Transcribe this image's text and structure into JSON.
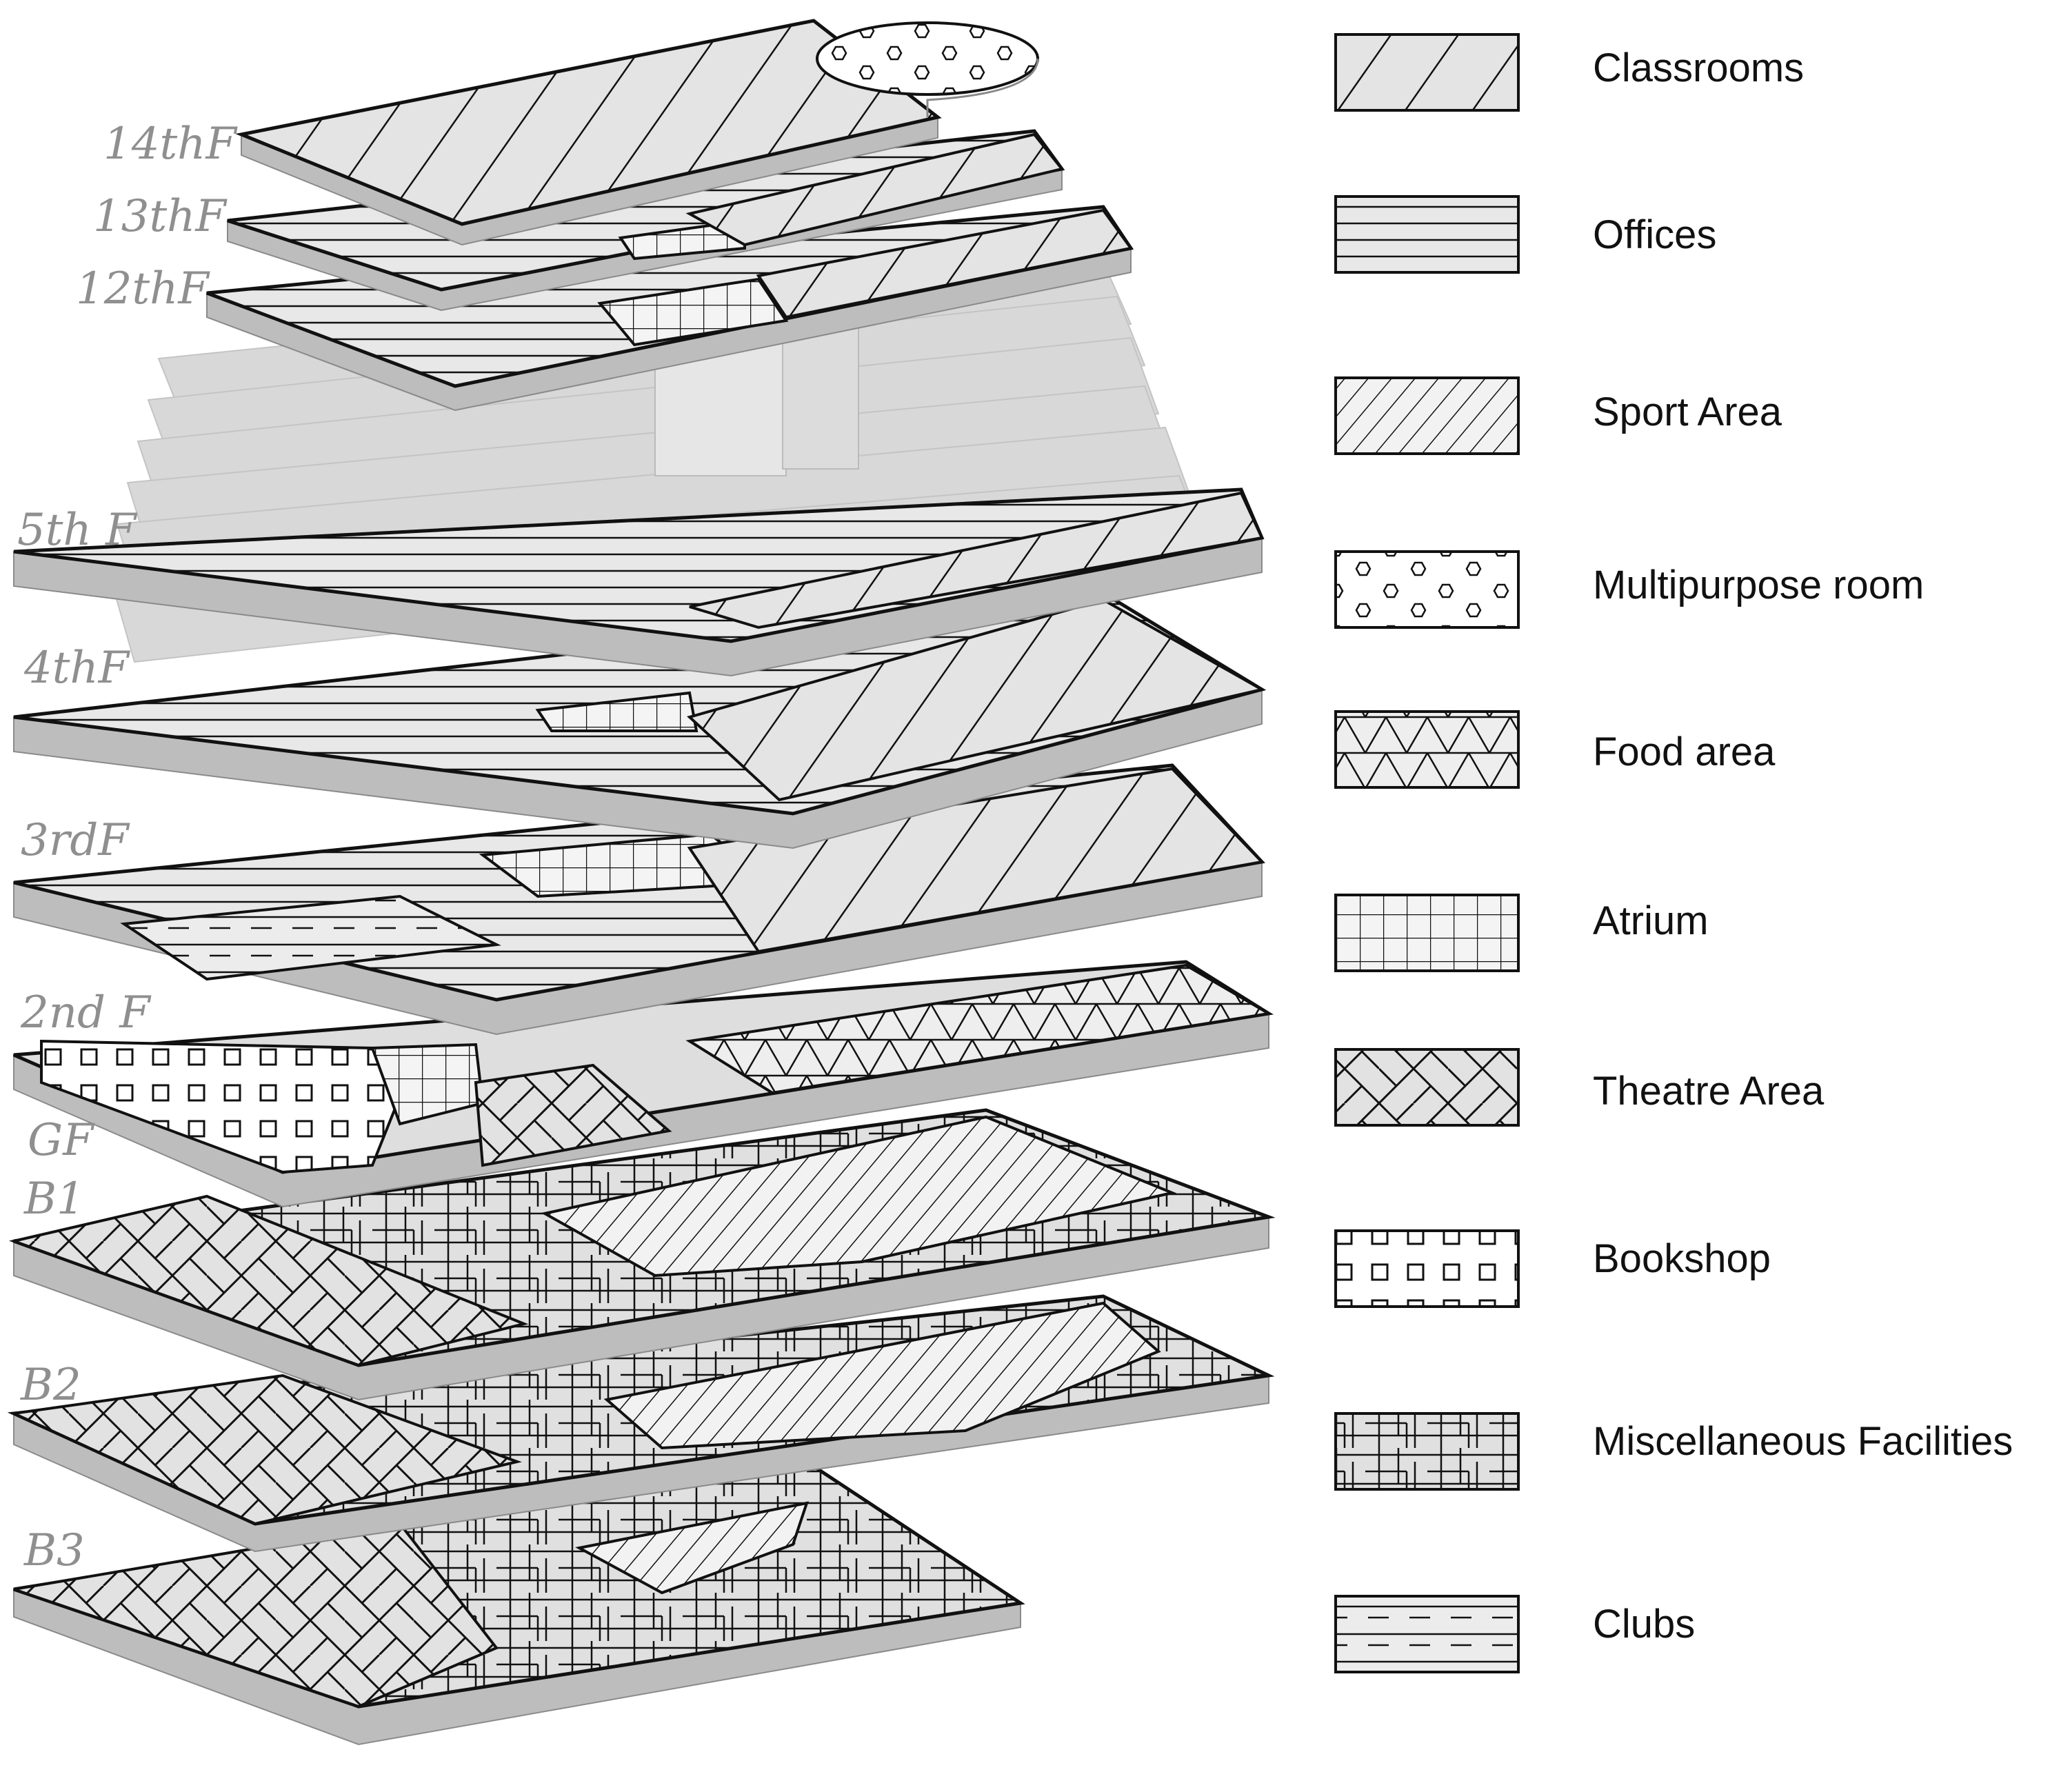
{
  "floors": [
    "14thF",
    "13thF",
    "12thF",
    "5th F",
    "4thF",
    "3rdF",
    "2nd F",
    "GF",
    "B1",
    "B2",
    "B3"
  ],
  "legend": [
    {
      "key": "classrooms",
      "label": "Classrooms"
    },
    {
      "key": "offices",
      "label": "Offices"
    },
    {
      "key": "sport",
      "label": "Sport Area"
    },
    {
      "key": "multipurpose",
      "label": "Multipurpose room"
    },
    {
      "key": "food",
      "label": "Food area"
    },
    {
      "key": "atrium",
      "label": "Atrium"
    },
    {
      "key": "theatre",
      "label": "Theatre Area"
    },
    {
      "key": "bookshop",
      "label": "Bookshop"
    },
    {
      "key": "misc",
      "label": "Miscellaneous Facilities"
    },
    {
      "key": "clubs",
      "label": "Clubs"
    }
  ],
  "colors": {
    "line": "#111111",
    "slab_side": "#bdbdbd",
    "ghost": "#d8d8d8",
    "label_gray": "#8f8f8f"
  }
}
